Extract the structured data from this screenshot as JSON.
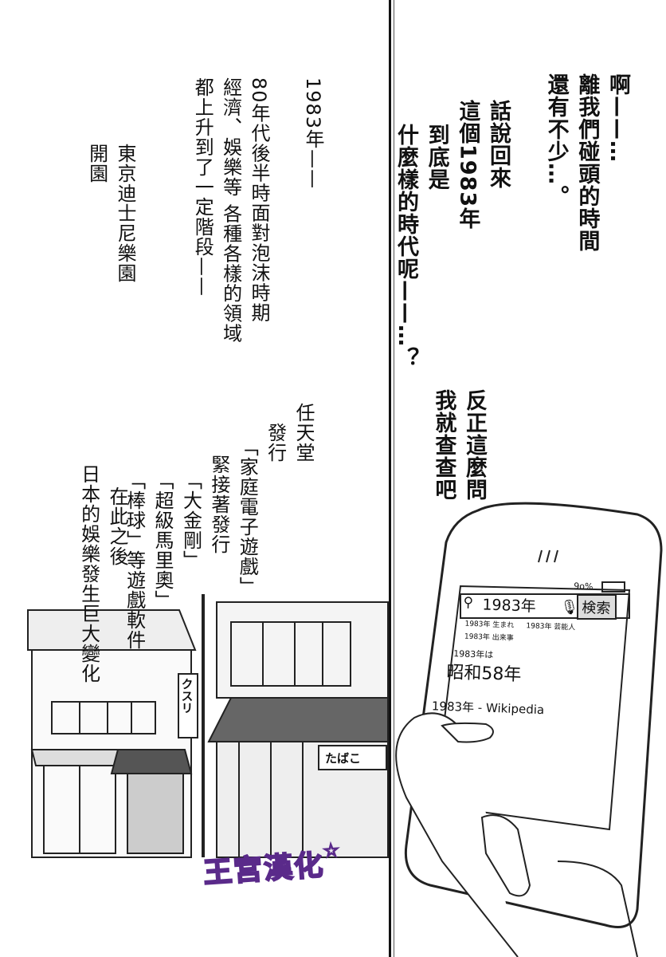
{
  "right_panel": {
    "dialogue_1": [
      "啊——…",
      "離我們碰頭的時間",
      "還有不少…。"
    ],
    "dialogue_2": [
      "話說回來",
      "這個1983年",
      "到底是",
      "什麼樣的時代呢——…？"
    ],
    "dialogue_3": [
      "反正這麼問",
      "我就查查吧"
    ],
    "phone": {
      "signal": "9o%",
      "search_value": "1983年",
      "search_button": "検索",
      "suggestions": [
        "1983年 生まれ",
        "1983年 芸能人",
        "1983年 出来事"
      ],
      "result_label": "1983年は",
      "result_main": "昭和58年",
      "wiki_link": "1983年 - Wikipedia"
    }
  },
  "left_panel": {
    "narration_1": [
      "1983年——",
      "80年代後半時面對泡沫時期",
      "經濟、娛樂等 各種各樣的領域",
      "都上升到了一定階段——"
    ],
    "narration_2": [
      "東京迪士尼樂園",
      "開園"
    ],
    "narration_3": [
      "任天堂",
      "發行",
      "「家庭電子遊戲」",
      "緊接著發行",
      "「大金剛」",
      "「超級馬里奧」",
      "「棒球」等遊戲軟件"
    ],
    "narration_4": [
      "在此之後",
      "日本的娛樂發生巨大變化"
    ],
    "shop_signs": [
      "クスリ",
      "たばこ"
    ]
  },
  "watermark": [
    "王",
    "宮",
    "漢",
    "化"
  ],
  "colors": {
    "logo_yellow": "#f5ef2a",
    "logo_pink": "#e8308a",
    "logo_outline": "#5a2a8a"
  }
}
